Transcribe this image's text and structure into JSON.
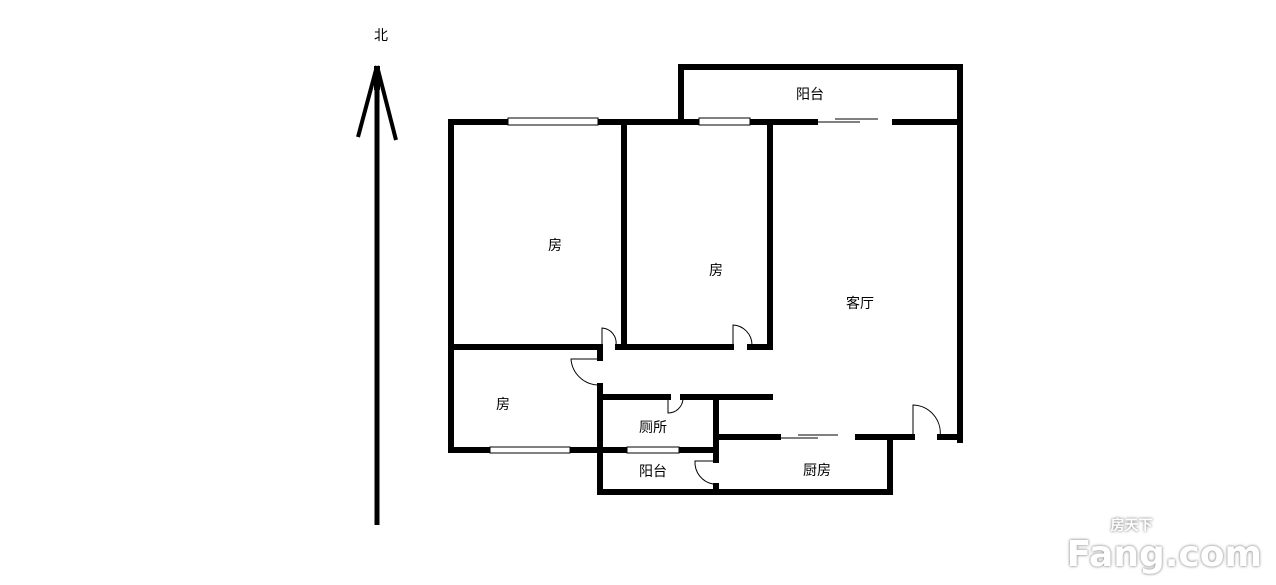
{
  "compass": {
    "north_label": "北"
  },
  "rooms": {
    "bedroom_1": "房",
    "bedroom_2": "房",
    "bedroom_3": "房",
    "living_room": "客厅",
    "balcony_north": "阳台",
    "bathroom": "厕所",
    "balcony_south": "阳台",
    "kitchen": "厨房"
  },
  "watermark": {
    "brand": "Fang.com",
    "brand_cn": "房天下"
  }
}
